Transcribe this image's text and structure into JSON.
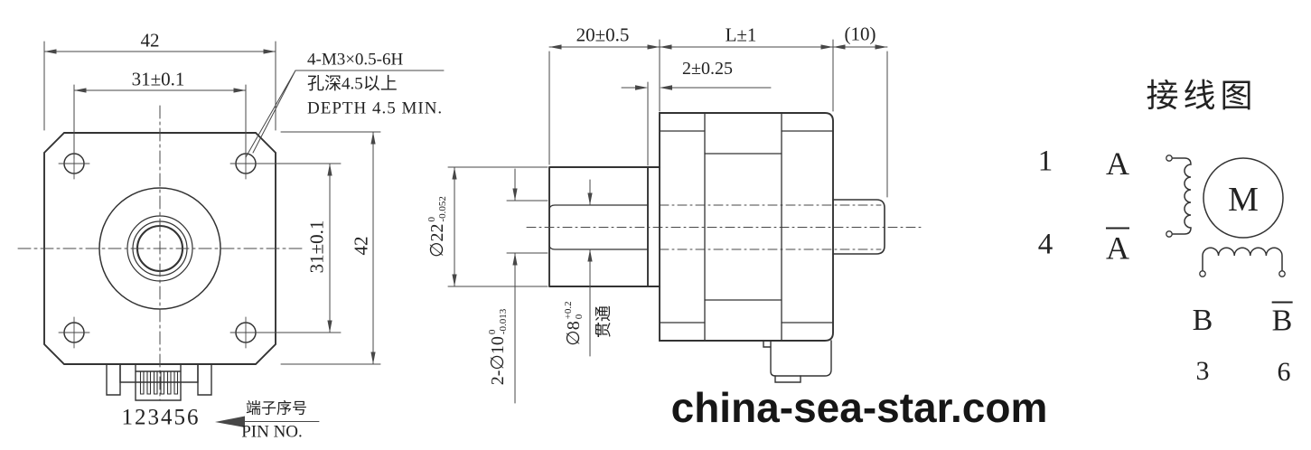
{
  "drawing": {
    "front_view": {
      "dim_width_top": "42",
      "dim_hole_spacing_top": "31±0.1",
      "dim_hole_spacing_right": "31±0.1",
      "dim_height_right": "42",
      "thread_note_line1": "4-M3×0.5-6H",
      "thread_note_line2": "孔深4.5以上",
      "thread_note_line3": "DEPTH 4.5 MIN.",
      "pin_numbers": "123456",
      "pin_label_cn": "端子序号",
      "pin_label_en": "PIN NO."
    },
    "side_view": {
      "dim_boss_length": "20±0.5",
      "dim_body_length": "L±1",
      "dim_rear_shaft_length": "(10)",
      "dim_pilot_thickness": "2±0.25",
      "dim_boss_diameter": {
        "main": "∅22",
        "upper": "0",
        "lower": "-0.052"
      },
      "dim_bearing_diameter": {
        "main": "2-∅10",
        "upper": "0",
        "lower": "-0.013"
      },
      "dim_bore_diameter": {
        "main": "∅8",
        "upper": "+0.2",
        "lower": "0"
      },
      "bore_through_label": "贯通"
    },
    "wiring_diagram": {
      "title": "接线图",
      "pin1": "1",
      "phase_a": "A",
      "pin4": "4",
      "phase_a_bar": "A",
      "motor_label": "M",
      "phase_b": "B",
      "phase_b_bar": "B",
      "pin3": "3",
      "pin6": "6"
    },
    "watermark": "china-sea-star.com",
    "colors": {
      "line": "#333333",
      "thin_line": "#474747",
      "background": "#ffffff",
      "text": "#222222"
    }
  }
}
